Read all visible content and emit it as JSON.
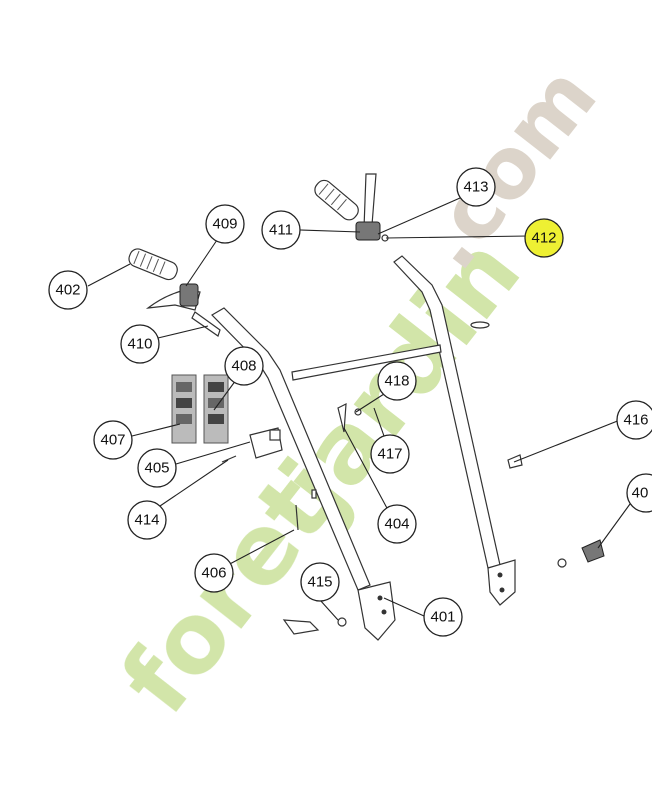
{
  "watermark": {
    "text_main": "foret",
    "text_mid": "jardin",
    "text_dot": ".com",
    "color_green": "#cde3a0",
    "color_orange": "#f5c07a",
    "color_gray": "#d9d0c4"
  },
  "callouts": [
    {
      "id": "402",
      "label": "402"
    },
    {
      "id": "409",
      "label": "409"
    },
    {
      "id": "410",
      "label": "410"
    },
    {
      "id": "411",
      "label": "411"
    },
    {
      "id": "412",
      "label": "412",
      "highlighted": true
    },
    {
      "id": "413",
      "label": "413"
    },
    {
      "id": "408",
      "label": "408"
    },
    {
      "id": "407",
      "label": "407"
    },
    {
      "id": "405",
      "label": "405"
    },
    {
      "id": "414",
      "label": "414"
    },
    {
      "id": "418",
      "label": "418"
    },
    {
      "id": "417",
      "label": "417"
    },
    {
      "id": "404",
      "label": "404"
    },
    {
      "id": "416",
      "label": "416"
    },
    {
      "id": "403",
      "label": "40"
    },
    {
      "id": "406",
      "label": "406"
    },
    {
      "id": "415",
      "label": "415"
    },
    {
      "id": "401",
      "label": "401"
    }
  ],
  "highlight_color": "#eef033"
}
